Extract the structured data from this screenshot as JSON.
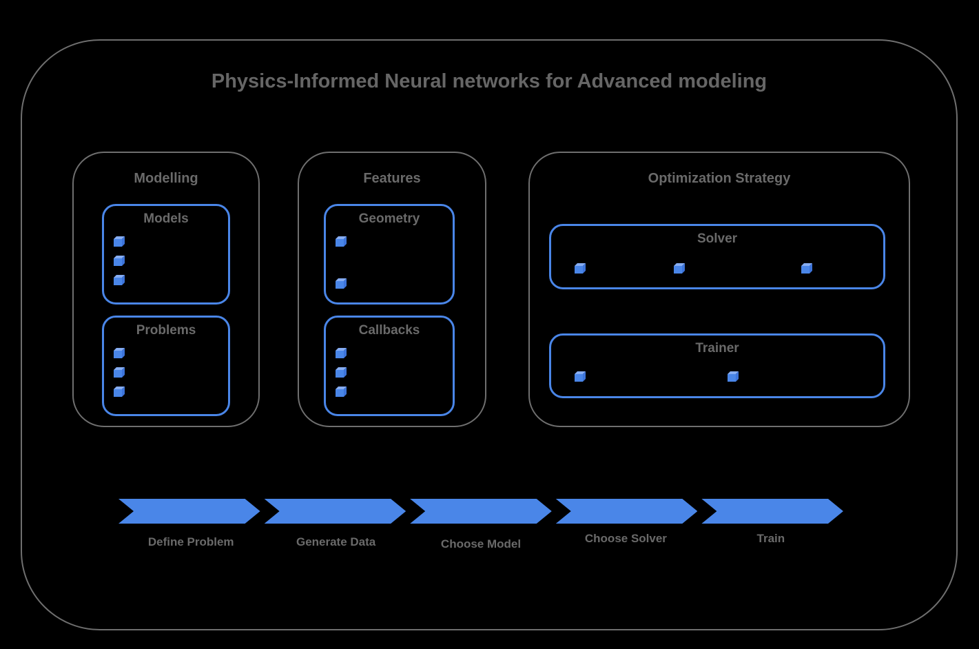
{
  "title": "Physics-Informed Neural networks for Advanced modeling",
  "colors": {
    "background": "#000000",
    "accent_blue": "#4a86e8",
    "cube_top": "#87adf2",
    "cube_side": "#3d74da",
    "frame_gray": "#6f6f6f",
    "text_gray": "#6a6a6a"
  },
  "sections": [
    {
      "label": "Modelling",
      "groups": [
        {
          "label": "Models",
          "bullets": 3,
          "bullet_layout": "vertical"
        },
        {
          "label": "Problems",
          "bullets": 3,
          "bullet_layout": "vertical"
        }
      ]
    },
    {
      "label": "Features",
      "groups": [
        {
          "label": "Geometry",
          "bullets": 2,
          "bullet_layout": "vertical"
        },
        {
          "label": "Callbacks",
          "bullets": 3,
          "bullet_layout": "vertical"
        }
      ]
    },
    {
      "label": "Optimization Strategy",
      "groups": [
        {
          "label": "Solver",
          "bullets": 3,
          "bullet_layout": "horizontal"
        },
        {
          "label": "Trainer",
          "bullets": 2,
          "bullet_layout": "horizontal"
        }
      ]
    }
  ],
  "pipeline": {
    "steps": [
      "Define Problem",
      "Generate Data",
      "Choose Model",
      "Choose Solver",
      "Train"
    ]
  }
}
